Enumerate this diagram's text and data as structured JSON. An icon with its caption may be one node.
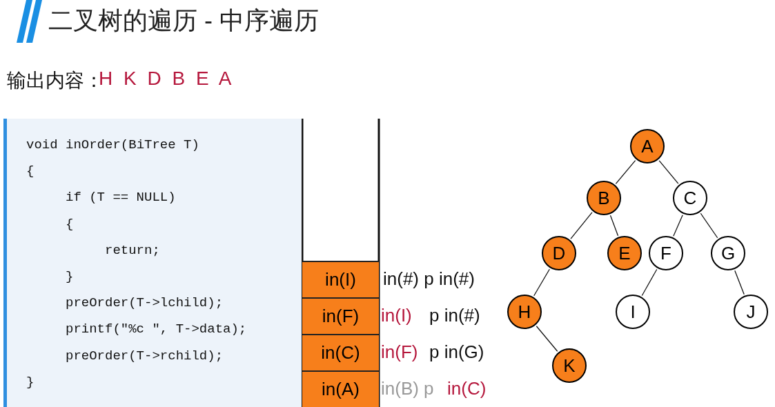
{
  "diagram": {
    "title": "二叉树的遍历 - 中序遍历",
    "nodes": [
      {
        "text": [
          "in(I)"
        ],
        "beside": [
          "in(#) p in(#)"
        ]
      },
      {
        "text": [
          "in(F)"
        ],
        "beside": [
          "in(I)",
          "p in(#)"
        ]
      },
      {
        "text": [
          "in(C)"
        ],
        "beside": [
          "in(F)",
          "p in(G)"
        ]
      },
      {
        "text": [
          "in(A)"
        ],
        "beside": [
          "in(B) p",
          "in(C)"
        ]
      },
      {
        "text": [
          "A"
        ]
      },
      {
        "text": [
          "B"
        ]
      },
      {
        "text": [
          "C"
        ]
      },
      {
        "text": [
          "D"
        ]
      },
      {
        "text": [
          "E"
        ]
      },
      {
        "text": [
          "F"
        ]
      },
      {
        "text": [
          "G"
        ]
      },
      {
        "text": [
          "H"
        ]
      },
      {
        "text": [
          "I"
        ]
      },
      {
        "text": [
          "J"
        ]
      },
      {
        "text": [
          "K"
        ]
      }
    ],
    "edges": [
      {
        "from": 4,
        "to": 5,
        "arrow": "none"
      },
      {
        "from": 4,
        "to": 6,
        "arrow": "none"
      },
      {
        "from": 5,
        "to": 7,
        "arrow": "none"
      },
      {
        "from": 5,
        "to": 8,
        "arrow": "none"
      },
      {
        "from": 6,
        "to": 9,
        "arrow": "none"
      },
      {
        "from": 6,
        "to": 10,
        "arrow": "none"
      },
      {
        "from": 7,
        "to": 11,
        "arrow": "none"
      },
      {
        "from": 9,
        "to": 12,
        "arrow": "none"
      },
      {
        "from": 10,
        "to": 13,
        "arrow": "none"
      },
      {
        "from": 11,
        "to": 14,
        "arrow": "none"
      }
    ],
    "labels": [
      "输出内容：",
      "H K D B E A",
      "void inOrder(BiTree T)",
      "{",
      "if (T == NULL)",
      "{",
      "return;",
      "}",
      "preOrder(T->lchild);",
      "printf(\"%c \", T->data);",
      "preOrder(T->rchild);",
      "}"
    ]
  }
}
